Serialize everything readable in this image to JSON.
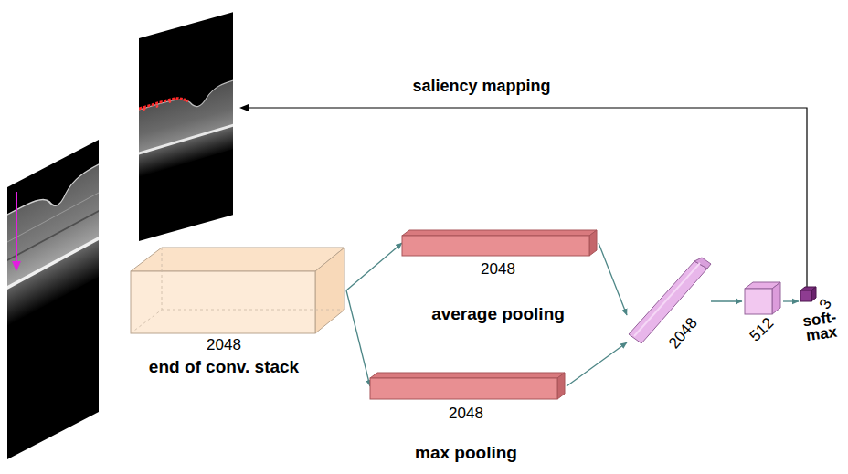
{
  "diagram": {
    "nodes": [
      {
        "text": [
          "2048",
          "end of conv. stack"
        ]
      },
      {
        "text": [
          "2048",
          "average pooling"
        ]
      },
      {
        "text": [
          "2048",
          "max pooling"
        ]
      },
      {
        "text": [
          "2048"
        ]
      },
      {
        "text": [
          "512"
        ]
      },
      {
        "text": [
          "3",
          "soft-max"
        ]
      }
    ],
    "edges": [
      {
        "from": 0,
        "to": 1,
        "arrow": "to"
      },
      {
        "from": 0,
        "to": 2,
        "arrow": "to"
      },
      {
        "from": 1,
        "to": 3,
        "arrow": "to"
      },
      {
        "from": 2,
        "to": 3,
        "arrow": "to"
      },
      {
        "from": 3,
        "to": 4,
        "arrow": "to"
      },
      {
        "from": 4,
        "to": 5,
        "arrow": "to"
      }
    ],
    "labels": [
      "saliency mapping"
    ]
  }
}
